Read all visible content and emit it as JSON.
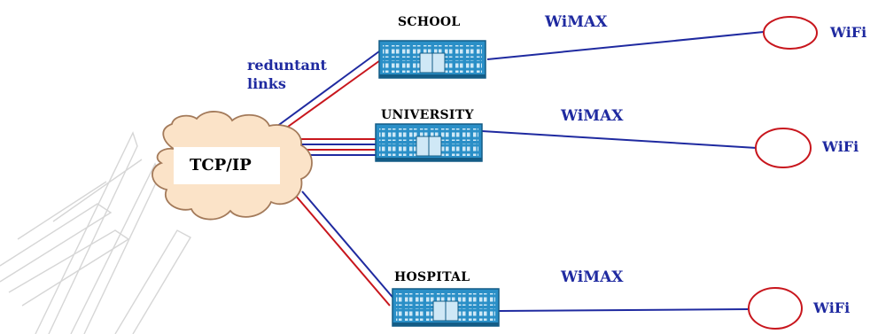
{
  "labels": {
    "school": "SCHOOL",
    "university": "UNIVERSITY",
    "hospital": "HOSPITAL",
    "wimax_1": "WiMAX",
    "wimax_2": "WiMAX",
    "wimax_3": "WiMAX",
    "wifi_1": "WiFi",
    "wifi_2": "WiFi",
    "wifi_3": "WiFi",
    "cloud": "TCP/IP",
    "redundant_line1": "reduntant",
    "redundant_line2": "links"
  },
  "colors": {
    "link_blue": "#1f2aa0",
    "link_red": "#c8161d",
    "wifi_ring": "#c8161d",
    "building": "#2a8fc7",
    "cloud_fill": "#fbe3c8",
    "cloud_stroke": "#a37a5a",
    "watermark": "#cfcfcf"
  },
  "icons": {
    "building": "building-icon",
    "cloud": "cloud-icon",
    "wifi": "wifi-ring-icon"
  }
}
